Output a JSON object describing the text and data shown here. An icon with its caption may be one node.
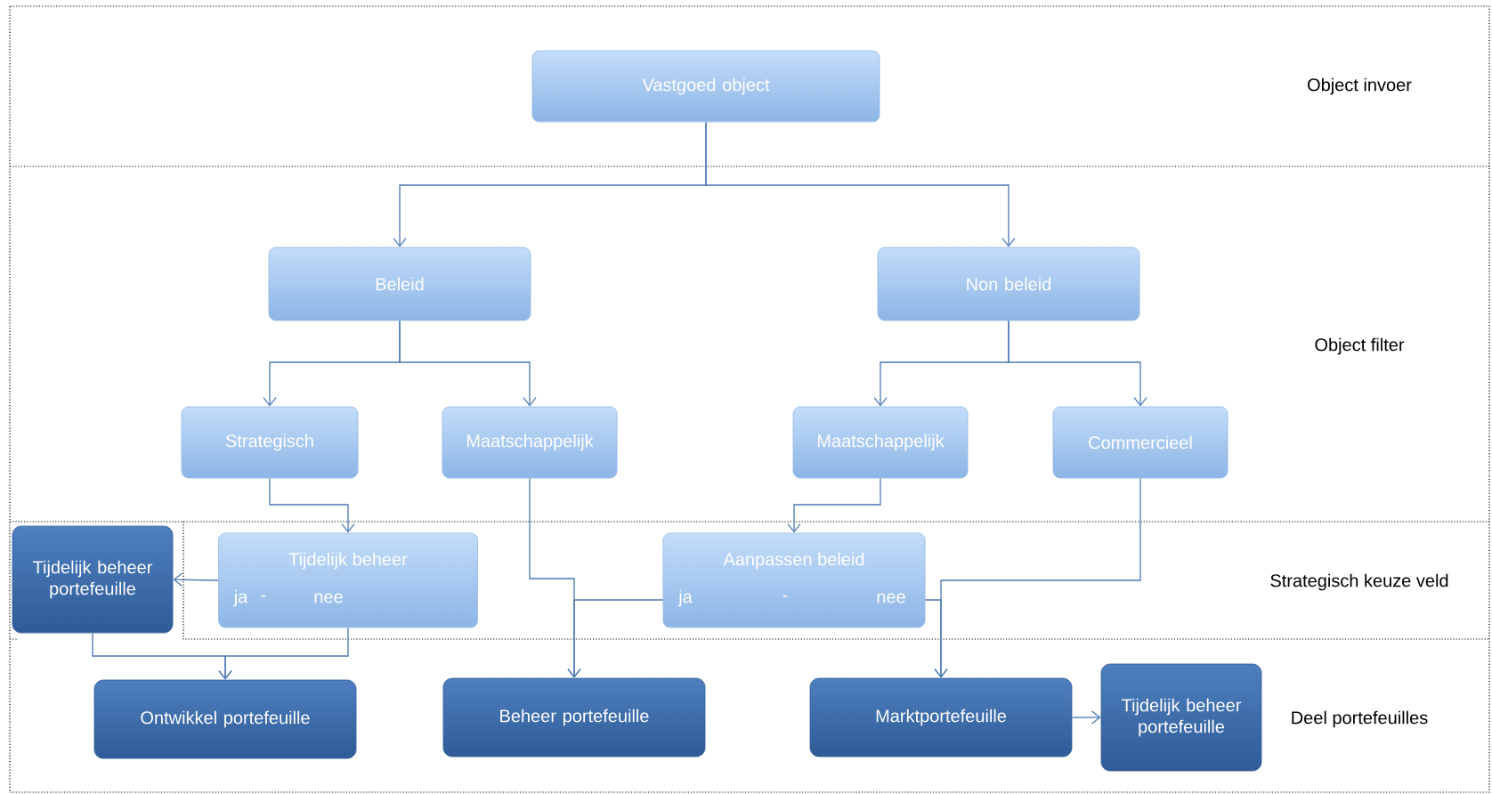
{
  "diagram": {
    "nodes": [
      {
        "text": [
          "Vastgoed object"
        ]
      },
      {
        "text": [
          "Beleid"
        ]
      },
      {
        "text": [
          "Non beleid"
        ]
      },
      {
        "text": [
          "Strategisch"
        ]
      },
      {
        "text": [
          "Maatschappelijk"
        ]
      },
      {
        "text": [
          "Maatschappelijk"
        ]
      },
      {
        "text": [
          "Commercieel"
        ]
      },
      {
        "text": [
          "Tijdelijk beheer portefeuille"
        ]
      },
      {
        "text": [
          "Tijdelijk beheer",
          "ja",
          "-",
          "nee"
        ]
      },
      {
        "text": [
          "Aanpassen beleid",
          "ja",
          "-",
          "nee"
        ]
      },
      {
        "text": [
          "Ontwikkel portefeuille"
        ]
      },
      {
        "text": [
          "Beheer portefeuille"
        ]
      },
      {
        "text": [
          "Marktportefeuille"
        ]
      },
      {
        "text": [
          "Tijdelijk beheer portefeuille"
        ]
      }
    ],
    "edges": [
      {
        "from": 0,
        "to": 1,
        "arrow": "to"
      },
      {
        "from": 0,
        "to": 2,
        "arrow": "to"
      },
      {
        "from": 1,
        "to": 3,
        "arrow": "to"
      },
      {
        "from": 1,
        "to": 4,
        "arrow": "to"
      },
      {
        "from": 2,
        "to": 5,
        "arrow": "to"
      },
      {
        "from": 2,
        "to": 6,
        "arrow": "to"
      },
      {
        "from": 3,
        "to": 8,
        "arrow": "to"
      },
      {
        "from": 5,
        "to": 9,
        "arrow": "to"
      },
      {
        "from": 8,
        "to": 7,
        "arrow": "to"
      },
      {
        "from": 7,
        "to": 10,
        "arrow": "to"
      },
      {
        "from": 8,
        "to": 10,
        "arrow": "to"
      },
      {
        "from": 4,
        "to": 11,
        "arrow": "to"
      },
      {
        "from": 9,
        "to": 11,
        "arrow": "to"
      },
      {
        "from": 6,
        "to": 12,
        "arrow": "to"
      },
      {
        "from": 9,
        "to": 12,
        "arrow": "to"
      },
      {
        "from": 12,
        "to": 13,
        "arrow": "to"
      }
    ],
    "labels": [
      "Object invoer",
      "Object filter",
      "Strategisch keuze veld",
      "Deel portefeuilles"
    ]
  }
}
